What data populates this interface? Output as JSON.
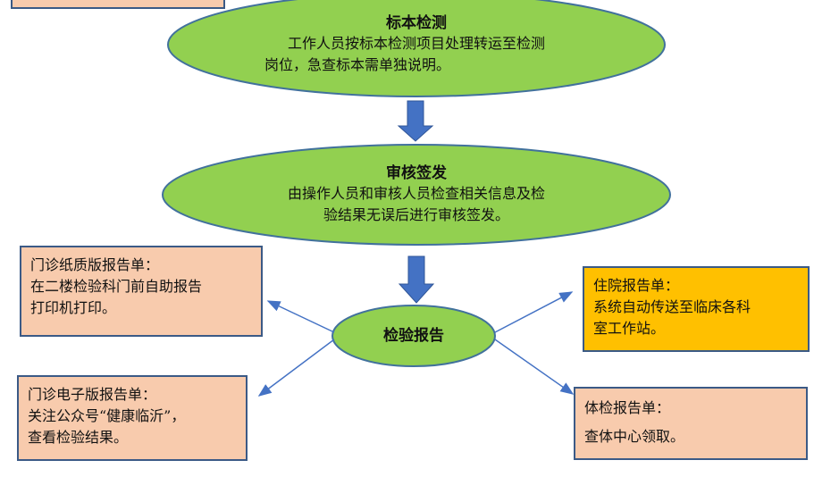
{
  "colors": {
    "ellipse_fill": "#92d050",
    "ellipse_stroke": "#41719c",
    "arrow_fill": "#4472c4",
    "peach": "#f8cbad",
    "gold": "#ffc000",
    "border": "#3b5a86"
  },
  "nodes": {
    "specimen_test": {
      "title": "标本检测",
      "line1": "工作人员按标本检测项目处理转运至检测",
      "line2": "岗位，急查标本需单独说明。"
    },
    "review_sign": {
      "title": "审核签发",
      "line1": "由操作人员和审核人员检查相关信息及检",
      "line2": "验结果无误后进行审核签发。"
    },
    "lab_report": {
      "title": "检验报告"
    }
  },
  "boxes": {
    "outpatient_paper": {
      "line1": "门诊纸质版报告单：",
      "line2": "在二楼检验科门前自助报告",
      "line3": "打印机打印。"
    },
    "outpatient_electronic": {
      "line1": "门诊电子版报告单：",
      "line2": "关注公众号“健康临沂”，",
      "line3": "查看检验结果。"
    },
    "inpatient": {
      "line1": "住院报告单：",
      "line2": "系统自动传送至临床各科",
      "line3": "室工作站。"
    },
    "physical_exam": {
      "line1": "体检报告单：",
      "line2": "查体中心领取。"
    }
  }
}
